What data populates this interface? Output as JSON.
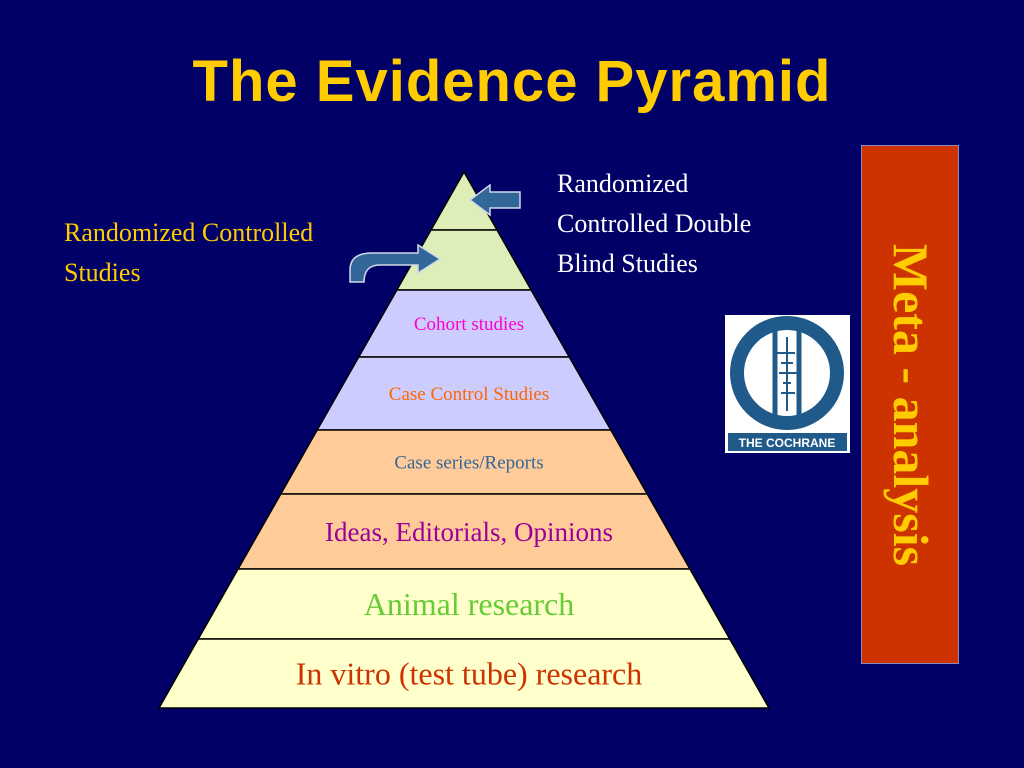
{
  "title": "The Evidence Pyramid",
  "tiers": [
    {
      "label": "",
      "fill": "#ddeeb8",
      "text_color": "#000000"
    },
    {
      "label": "",
      "fill": "#ddeeb8",
      "text_color": "#000000"
    },
    {
      "label": "Cohort studies",
      "fill": "#ccccff",
      "text_color": "#ff00cc"
    },
    {
      "label": "Case Control Studies",
      "fill": "#ccccff",
      "text_color": "#ff6600"
    },
    {
      "label": "Case series/Reports",
      "fill": "#ffcc99",
      "text_color": "#336699"
    },
    {
      "label": "Ideas, Editorials, Opinions",
      "fill": "#ffcc99",
      "text_color": "#990099"
    },
    {
      "label": "Animal research",
      "fill": "#ffffcc",
      "text_color": "#66cc33"
    },
    {
      "label": "In vitro (test tube) research",
      "fill": "#ffffcc",
      "text_color": "#cc3300"
    }
  ],
  "annotations": {
    "rcs_line1": "Randomized Controlled",
    "rcs_line2": "Studies",
    "rcdb_line1": "Randomized",
    "rcdb_line2": "Controlled Double",
    "rcdb_line3": "Blind Studies"
  },
  "meta_label": "Meta - analysis",
  "logo_text": "THE COCHRANE",
  "colors": {
    "background": "#000066",
    "title": "#ffcc00",
    "meta_box": "#cc3300",
    "meta_text": "#ffcc00",
    "arrow": "#336699"
  }
}
